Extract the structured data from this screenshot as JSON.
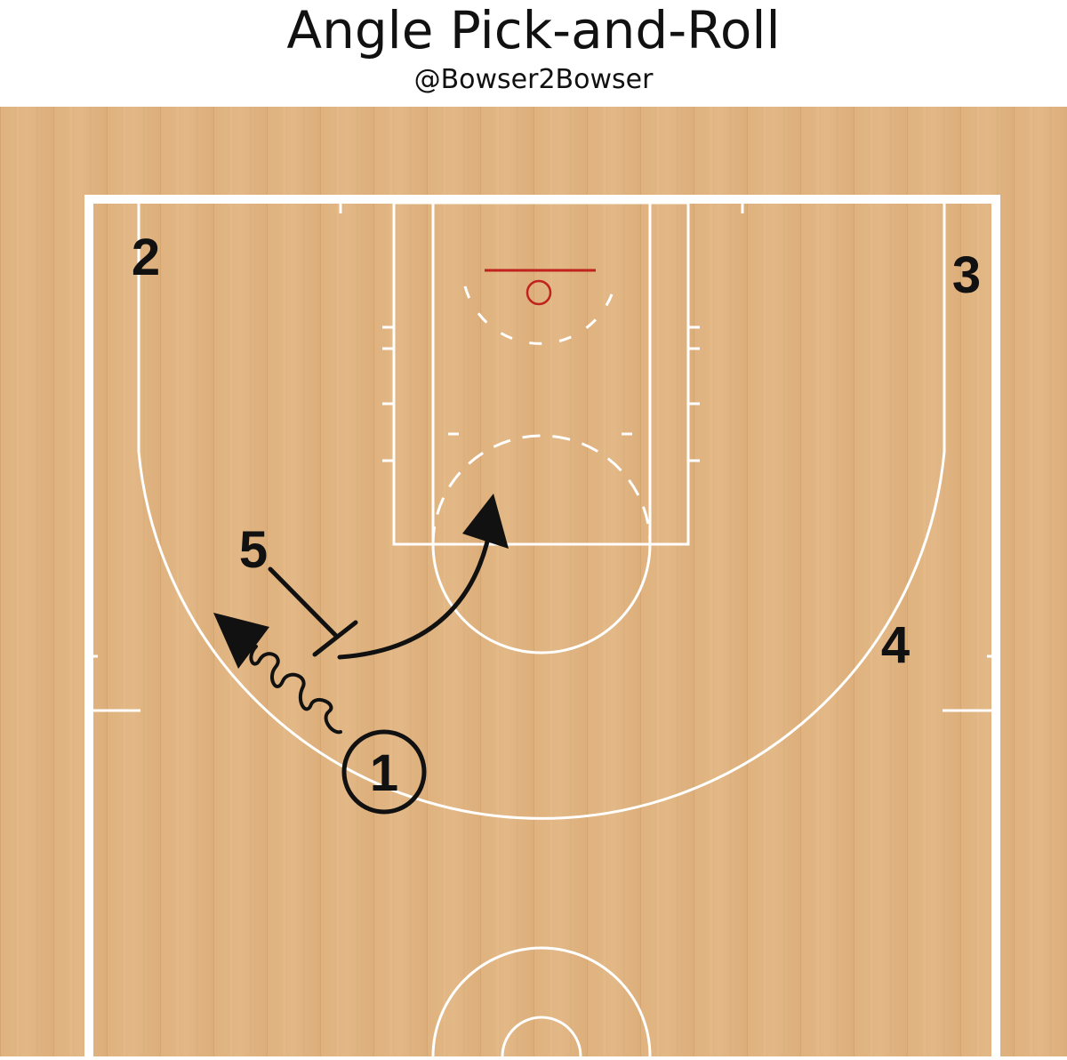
{
  "title": "Angle Pick-and-Roll",
  "subtitle": "@Bowser2Bowser",
  "players": [
    {
      "label": "1",
      "circled": true
    },
    {
      "label": "2"
    },
    {
      "label": "3"
    },
    {
      "label": "4"
    },
    {
      "label": "5"
    }
  ],
  "colors": {
    "floor": "#dcb07c",
    "lines": "#ffffff",
    "rim": "#c0221d",
    "ink": "#111111"
  }
}
